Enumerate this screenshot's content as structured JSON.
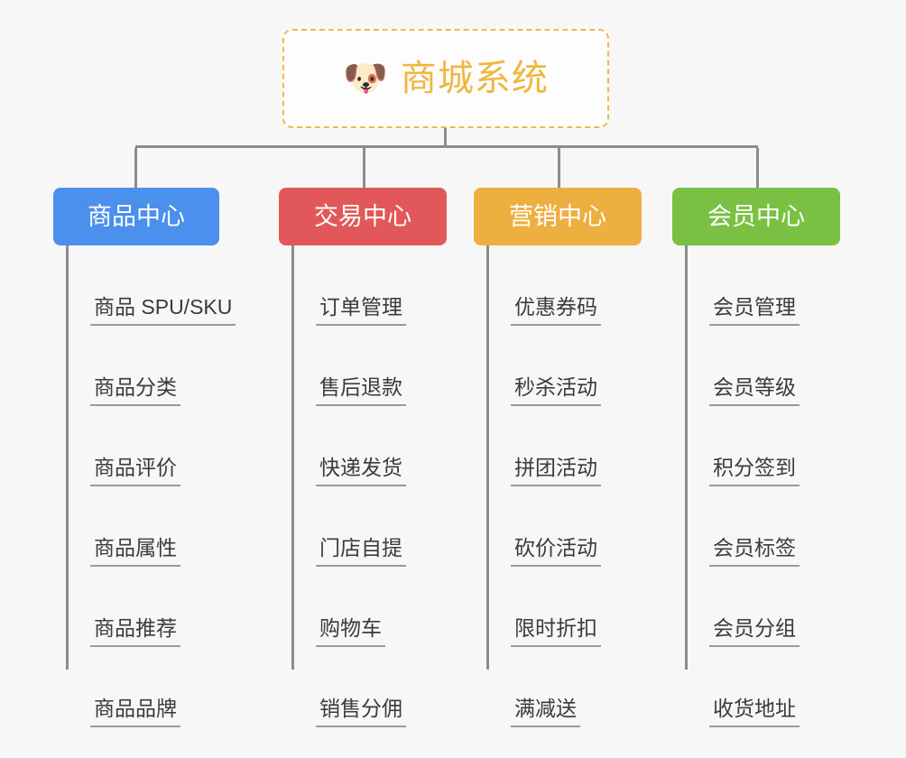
{
  "canvas": {
    "background": "#f7f7f7",
    "connector_color": "#8c8c8c",
    "leaf_text_color": "#3b3b3b",
    "leaf_underline_color": "#9a9a9a"
  },
  "root": {
    "icon": "shiba-dog-face-emoji",
    "emoji": "🐶",
    "title": "商城系统",
    "border_color": "#f0b94a",
    "text_color": "#efb73f",
    "background": "#fdfdfd"
  },
  "categories": [
    {
      "name": "商品中心",
      "color": "#4a90ec",
      "label_color": "#ffffff",
      "items": [
        "商品 SPU/SKU",
        "商品分类",
        "商品评价",
        "商品属性",
        "商品推荐",
        "商品品牌"
      ]
    },
    {
      "name": "交易中心",
      "color": "#e2585a",
      "label_color": "#ffffff",
      "items": [
        "订单管理",
        "售后退款",
        "快递发货",
        "门店自提",
        "购物车",
        "销售分佣"
      ]
    },
    {
      "name": "营销中心",
      "color": "#eeaf41",
      "label_color": "#ffffff",
      "items": [
        "优惠券码",
        "秒杀活动",
        "拼团活动",
        "砍价活动",
        "限时折扣",
        "满减送"
      ]
    },
    {
      "name": "会员中心",
      "color": "#7ac143",
      "label_color": "#ffffff",
      "items": [
        "会员管理",
        "会员等级",
        "积分签到",
        "会员标签",
        "会员分组",
        "收货地址"
      ]
    }
  ]
}
